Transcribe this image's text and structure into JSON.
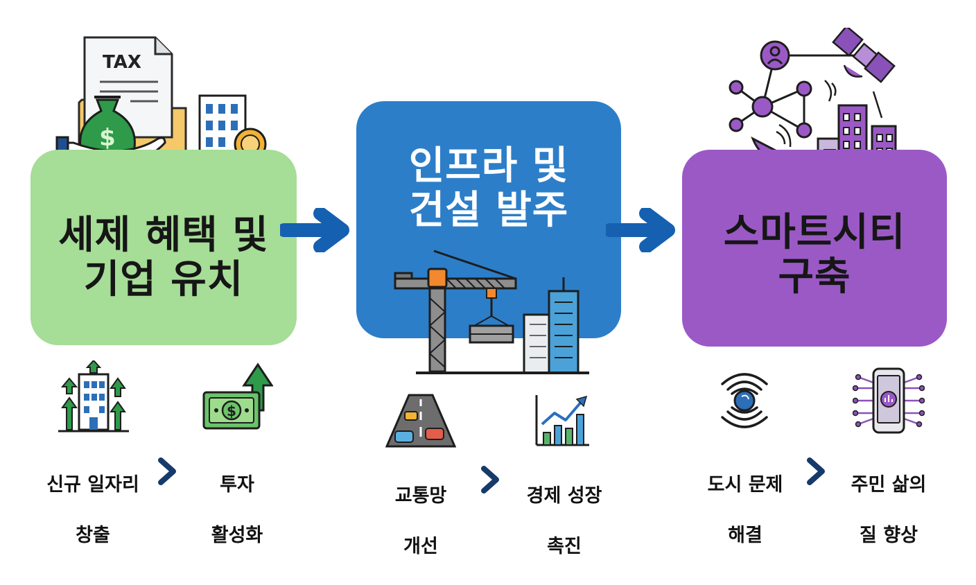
{
  "stages": [
    {
      "title_line1": "세제 혜택 및",
      "title_line2": "기업 유치",
      "color": "#a6dd97"
    },
    {
      "title_line1": "인프라 및",
      "title_line2": "건설 발주",
      "color": "#2c7ec9"
    },
    {
      "title_line1": "스마트시티",
      "title_line2": "구축",
      "color": "#9b59c6"
    }
  ],
  "outcomes": [
    {
      "first_line1": "신규 일자리",
      "first_line2": "창출",
      "second_line1": "투자",
      "second_line2": "활성화"
    },
    {
      "first_line1": "교통망",
      "first_line2": "개선",
      "second_line1": "경제 성장",
      "second_line2": "촉진"
    },
    {
      "first_line1": "도시 문제",
      "first_line2": "해결",
      "second_line1": "주민 삶의",
      "second_line2": "질 향상"
    }
  ],
  "icons": {
    "tax_document_label": "TAX",
    "dollar_sign": "$"
  },
  "colors": {
    "arrow": "#1560b0",
    "chevron": "#153a6b",
    "green": "#a6dd97",
    "blue": "#2c7ec9",
    "purple": "#9b59c6"
  }
}
